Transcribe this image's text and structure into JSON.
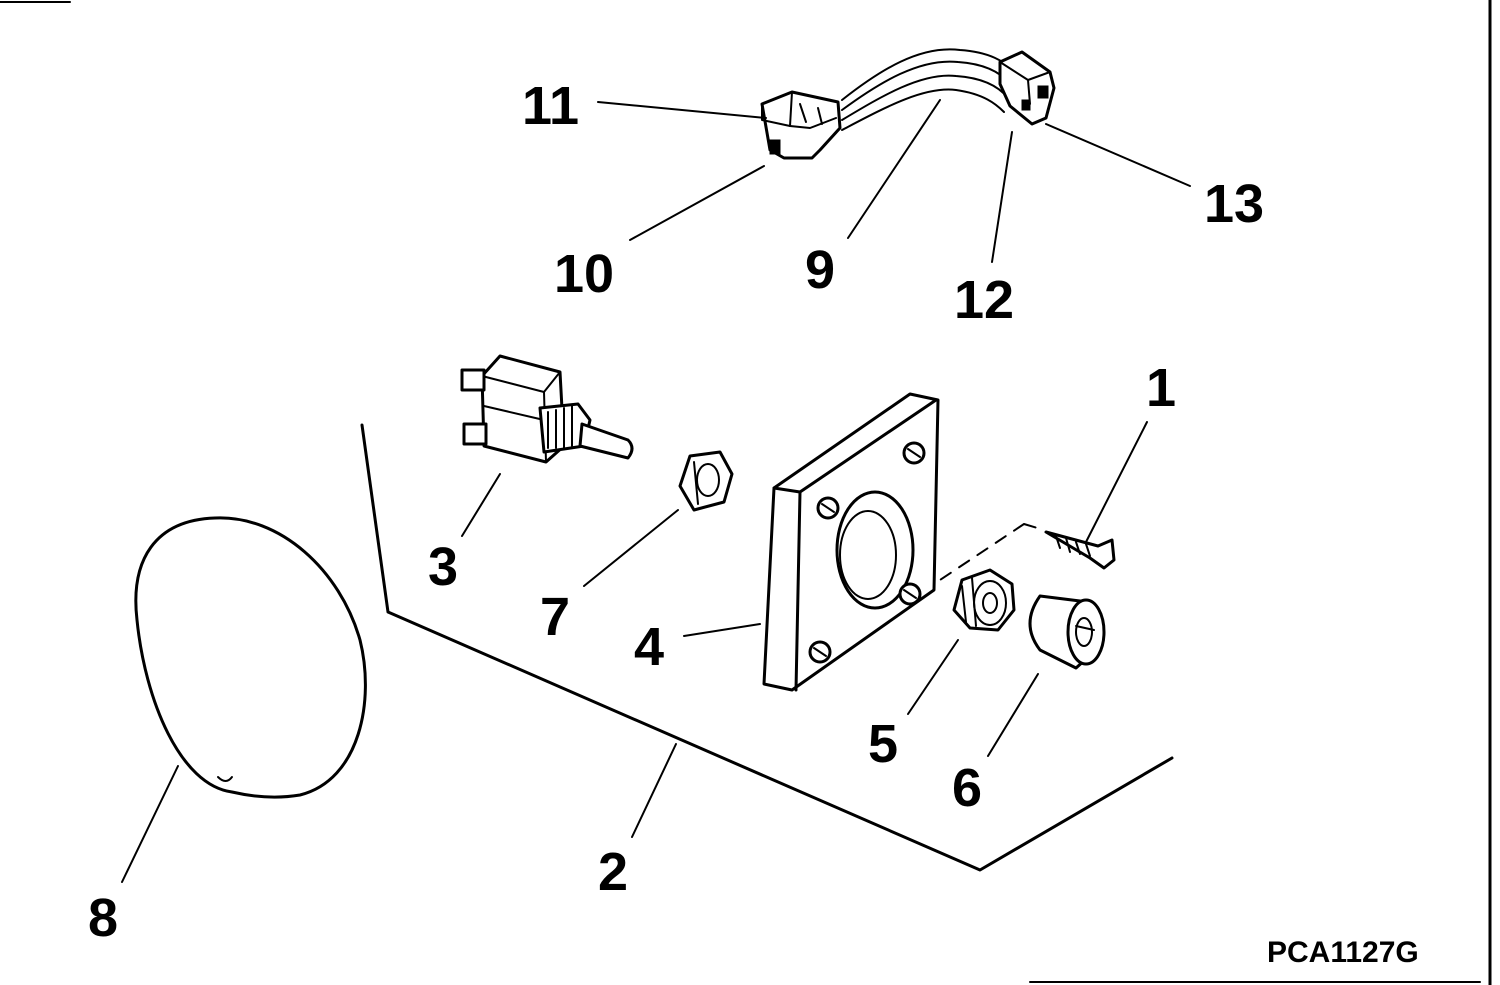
{
  "figure_code": "PCA1127G",
  "callouts": {
    "c1": "1",
    "c2": "2",
    "c3": "3",
    "c4": "4",
    "c5": "5",
    "c6": "6",
    "c7": "7",
    "c8": "8",
    "c9": "9",
    "c10": "10",
    "c11": "11",
    "c12": "12",
    "c13": "13"
  },
  "colors": {
    "ink": "#000000",
    "paper": "#ffffff"
  }
}
